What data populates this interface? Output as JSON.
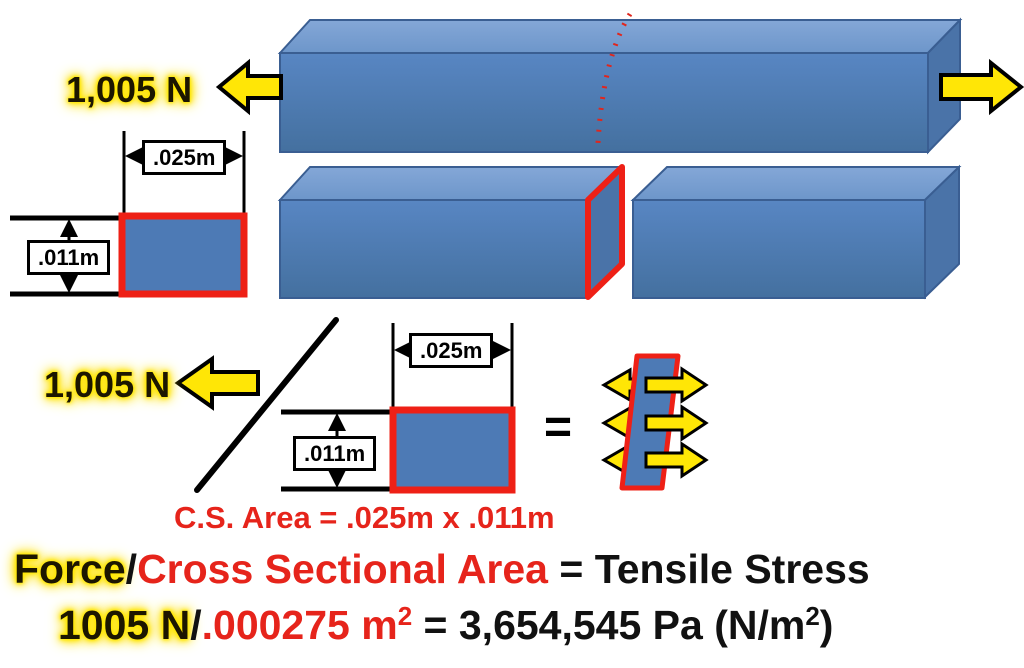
{
  "colors": {
    "bar_front_blue": "#4d7ab5",
    "bar_top_blue": "#7ba0d2",
    "bar_side_blue": "#4a73a8",
    "accent_red": "#ee2016",
    "arrow_yellow": "#ffe606",
    "outline_black": "#000000"
  },
  "top_diagram": {
    "force_label": "1,005 N"
  },
  "upper_cross_section": {
    "width_label": ".025m",
    "height_label": ".011m"
  },
  "lower_diagram": {
    "force_label": "1,005 N",
    "width_label": ".025m",
    "height_label": ".011m",
    "equals": "=",
    "cs_area_label": "C.S. Area = .025m x .011m"
  },
  "formula": {
    "numerator": "Force",
    "slash1": "/",
    "denominator": "Cross Sectional Area",
    "result": " = Tensile Stress",
    "value_numerator": "1005 N",
    "slash2": "/",
    "value_denominator": ".000275 m",
    "denominator_sup": "2",
    "value_result_pre": " = 3,654,545 Pa (N/m",
    "value_result_sup": "2",
    "value_result_post": ")"
  }
}
